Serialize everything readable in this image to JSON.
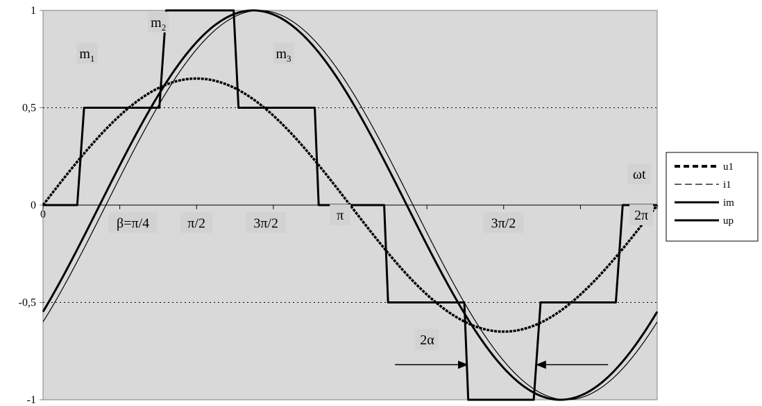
{
  "chart_data": {
    "type": "line",
    "xlim": [
      0,
      6.2832
    ],
    "ylim": [
      -1,
      1
    ],
    "y_ticks": [
      {
        "value": 1,
        "label": "1"
      },
      {
        "value": 0.5,
        "label": "0,5"
      },
      {
        "value": 0,
        "label": "0"
      },
      {
        "value": -0.5,
        "label": "-0,5"
      },
      {
        "value": -1,
        "label": "-1"
      }
    ],
    "x_origin_label": "0",
    "gridlines": "dotted at y = 0.5 and y = -0.5",
    "background": "#d9d9d9",
    "legend_position": "right",
    "series": [
      {
        "name": "u1",
        "style": "heavy-dashed",
        "amplitude": 0.65,
        "phase": 0.0,
        "color": "#000000"
      },
      {
        "name": "i1",
        "style": "dashed",
        "amplitude": 1.0,
        "phase": -0.6435,
        "color": "#000000"
      },
      {
        "name": "im",
        "style": "solid-thick",
        "color": "#000000",
        "steps": [
          {
            "x": 0.0,
            "y": 0
          },
          {
            "x": 0.35,
            "y": 0
          },
          {
            "x": 0.42,
            "y": 0.5
          },
          {
            "x": 1.19,
            "y": 0.5
          },
          {
            "x": 1.26,
            "y": 1
          },
          {
            "x": 1.95,
            "y": 1
          },
          {
            "x": 2.0,
            "y": 0.5
          },
          {
            "x": 2.78,
            "y": 0.5
          },
          {
            "x": 2.82,
            "y": 0
          },
          {
            "x": 3.49,
            "y": 0
          },
          {
            "x": 3.53,
            "y": -0.5
          },
          {
            "x": 4.31,
            "y": -0.5
          },
          {
            "x": 4.35,
            "y": -1
          },
          {
            "x": 5.02,
            "y": -1
          },
          {
            "x": 5.09,
            "y": -0.5
          },
          {
            "x": 5.86,
            "y": -0.5
          },
          {
            "x": 5.93,
            "y": 0
          },
          {
            "x": 6.2832,
            "y": 0
          }
        ]
      },
      {
        "name": "up",
        "style": "solid-thick",
        "amplitude": 1.0,
        "phase": -0.5796,
        "color": "#000000"
      }
    ],
    "annotations": [
      {
        "text": "m",
        "sub": "1",
        "x": 0.45,
        "y": 0.78
      },
      {
        "text": "m",
        "sub": "2",
        "x": 1.18,
        "y": 0.94
      },
      {
        "text": "m",
        "sub": "3",
        "x": 2.46,
        "y": 0.78
      },
      {
        "text": "β=π/4",
        "x": 0.92,
        "y": -0.09
      },
      {
        "text": "π/2",
        "x": 1.57,
        "y": -0.09
      },
      {
        "text": "3π/2",
        "x": 2.28,
        "y": -0.09
      },
      {
        "text": "π",
        "x": 3.04,
        "y": -0.05
      },
      {
        "text": "3π/2",
        "x": 4.71,
        "y": -0.09
      },
      {
        "text": "ωt",
        "x": 6.1,
        "y": 0.16
      },
      {
        "text": "2π",
        "x": 6.12,
        "y": -0.05
      },
      {
        "text": "2α",
        "x": 3.93,
        "y": -0.69
      }
    ],
    "arrows": [
      {
        "from": [
          3.6,
          -0.82
        ],
        "to": [
          4.34,
          -0.82
        ]
      },
      {
        "from": [
          5.78,
          -0.82
        ],
        "to": [
          5.05,
          -0.82
        ]
      }
    ]
  }
}
